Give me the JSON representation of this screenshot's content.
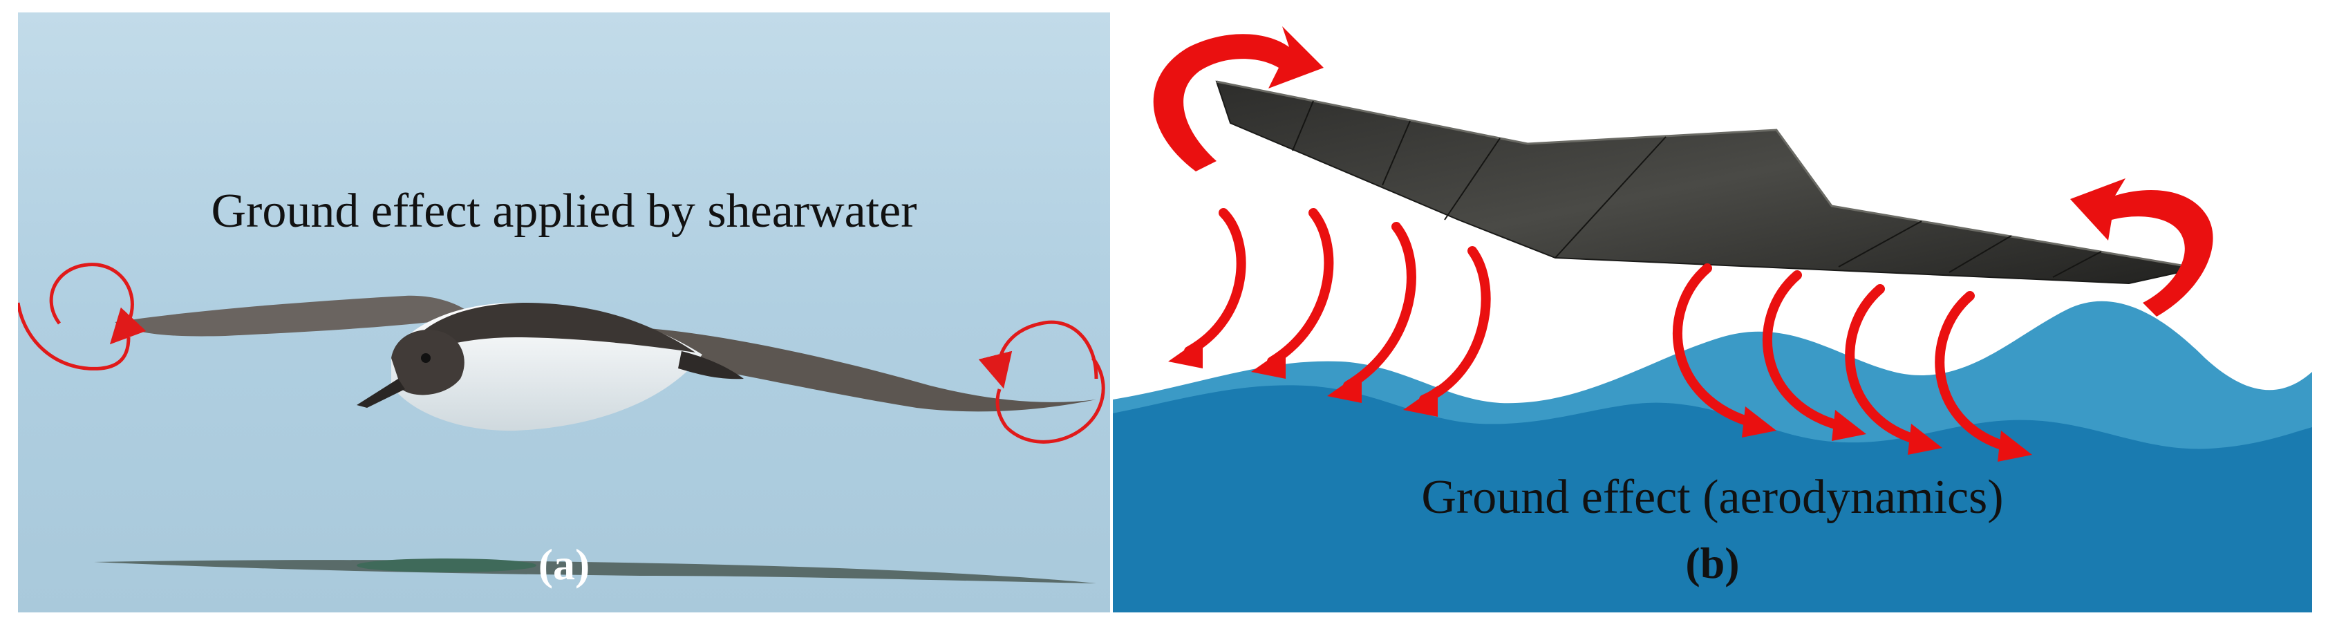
{
  "panel_a": {
    "caption": "Ground effect applied by shearwater",
    "tag": "(a)",
    "colors": {
      "sky": "#b4d1e1",
      "arrow": "#e01a1a"
    }
  },
  "panel_b": {
    "caption": "Ground effect (aerodynamics)",
    "tag": "(b)",
    "colors": {
      "water_back": "#3b9ac6",
      "water_front": "#1a7bb0",
      "wing": "#3d3d3a",
      "arrow": "#ea1010"
    }
  }
}
